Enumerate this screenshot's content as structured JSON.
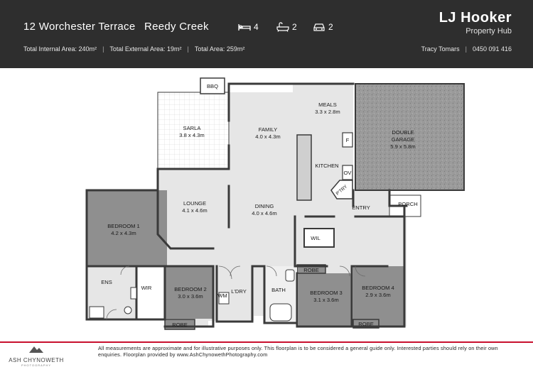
{
  "header": {
    "street": "12 Worchester Terrace",
    "suburb": "Reedy Creek",
    "bedrooms": "4",
    "bathrooms": "2",
    "car_spaces": "2",
    "internal_area": "Total Internal Area: 240m²",
    "external_area": "Total External Area: 19m²",
    "total_area": "Total Area: 259m²",
    "agency_logo": "LJ Hooker",
    "agency_office": "Property Hub",
    "agent_name": "Tracy Tomars",
    "agent_phone": "0450 091 416"
  },
  "rooms": {
    "bbq": "BBQ",
    "sarla_name": "SARLA",
    "sarla_size": "3.8 x 4.3m",
    "family_name": "FAMILY",
    "family_size": "4.0 x 4.3m",
    "meals_name": "MEALS",
    "meals_size": "3.3 x 2.8m",
    "garage_name_1": "DOUBLE",
    "garage_name_2": "GARAGE",
    "garage_size": "5.9 x 5.8m",
    "kitchen": "KITCHEN",
    "fridge": "F",
    "oven": "OV",
    "pantry": "P'TRY",
    "lounge_name": "LOUNGE",
    "lounge_size": "4.1 x 4.6m",
    "dining_name": "DINING",
    "dining_size": "4.0 x 4.6m",
    "entry": "ENTRY",
    "porch": "PORCH",
    "bed1_name": "BEDROOM 1",
    "bed1_size": "4.2 x 4.3m",
    "wil": "WIL",
    "ens": "ENS",
    "wir": "WIR",
    "bed2_name": "BEDROOM 2",
    "bed2_size": "3.0 x 3.6m",
    "wm": "WM",
    "laundry": "L'DRY",
    "bath": "BATH",
    "robe": "ROBE",
    "bed3_name": "BEDROOM 3",
    "bed3_size": "3.1 x 3.6m",
    "bed4_name": "BEDROOM 4",
    "bed4_size": "2.9 x 3.6m"
  },
  "footer": {
    "photographer": "ASH CHYNOWETH",
    "photographer_tag": "PHOTOGRAPHY",
    "disclaimer": "All measurements are approximate and for illustrative purposes only. This floorplan is to be considered a general guide only. Interested parties should rely on their own enquiries. Floorplan provided by www.AshChynowethPhotography.com"
  },
  "colors": {
    "header_bg": "#2e2e2e",
    "accent_red": "#c8102e",
    "floor_grey": "#e6e6e6",
    "bedroom_grey": "#8f8f8f",
    "garage_grey": "#9b9b9b",
    "wall": "#3a3a3a"
  },
  "icons": [
    "bed-icon",
    "bath-icon",
    "car-icon",
    "logo-icon"
  ]
}
